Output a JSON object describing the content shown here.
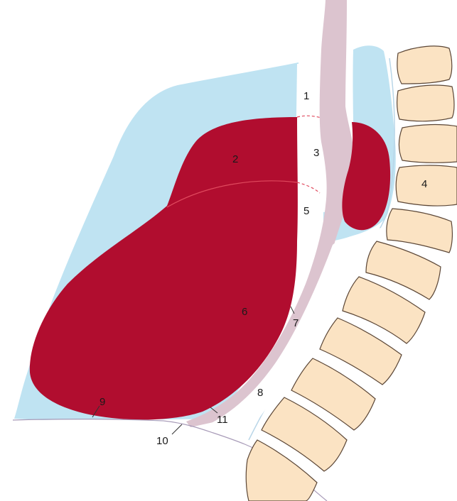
{
  "labels": {
    "n1": "1",
    "n2": "2",
    "n3": "3",
    "n4": "4",
    "n5": "5",
    "n6": "6",
    "n7": "7",
    "n8": "8",
    "n9": "9",
    "n10": "10",
    "n11": "11"
  },
  "colors": {
    "pleura_blue": "#bfe3f2",
    "heart_red": "#b10d2f",
    "esophagus_pink": "#dcc4cf",
    "vertebra_fill": "#fbe3c3",
    "outline": "#5b4636",
    "divider": "#e0506a"
  }
}
